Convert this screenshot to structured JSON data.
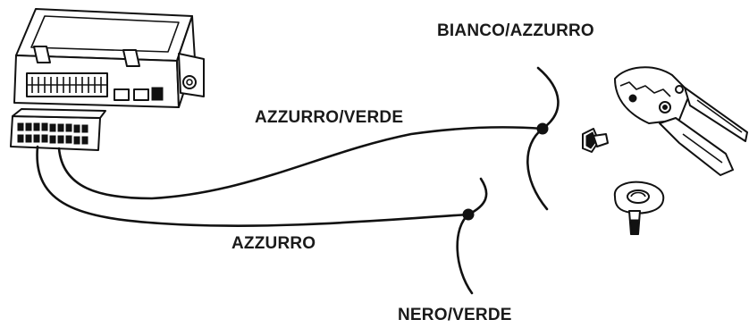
{
  "wires": {
    "bianco_azzurro": "BIANCO/AZZURRO",
    "azzurro_verde": "AZZURRO/VERDE",
    "azzurro": "AZZURRO",
    "nero_verde": "NERO/VERDE"
  },
  "colors": {
    "line": "#111111",
    "text": "#1a1a1a",
    "background": "#ffffff"
  },
  "icons": [
    "control-unit",
    "wiring-connector",
    "crimp-connector",
    "crimping-pliers",
    "insulating-tape"
  ]
}
